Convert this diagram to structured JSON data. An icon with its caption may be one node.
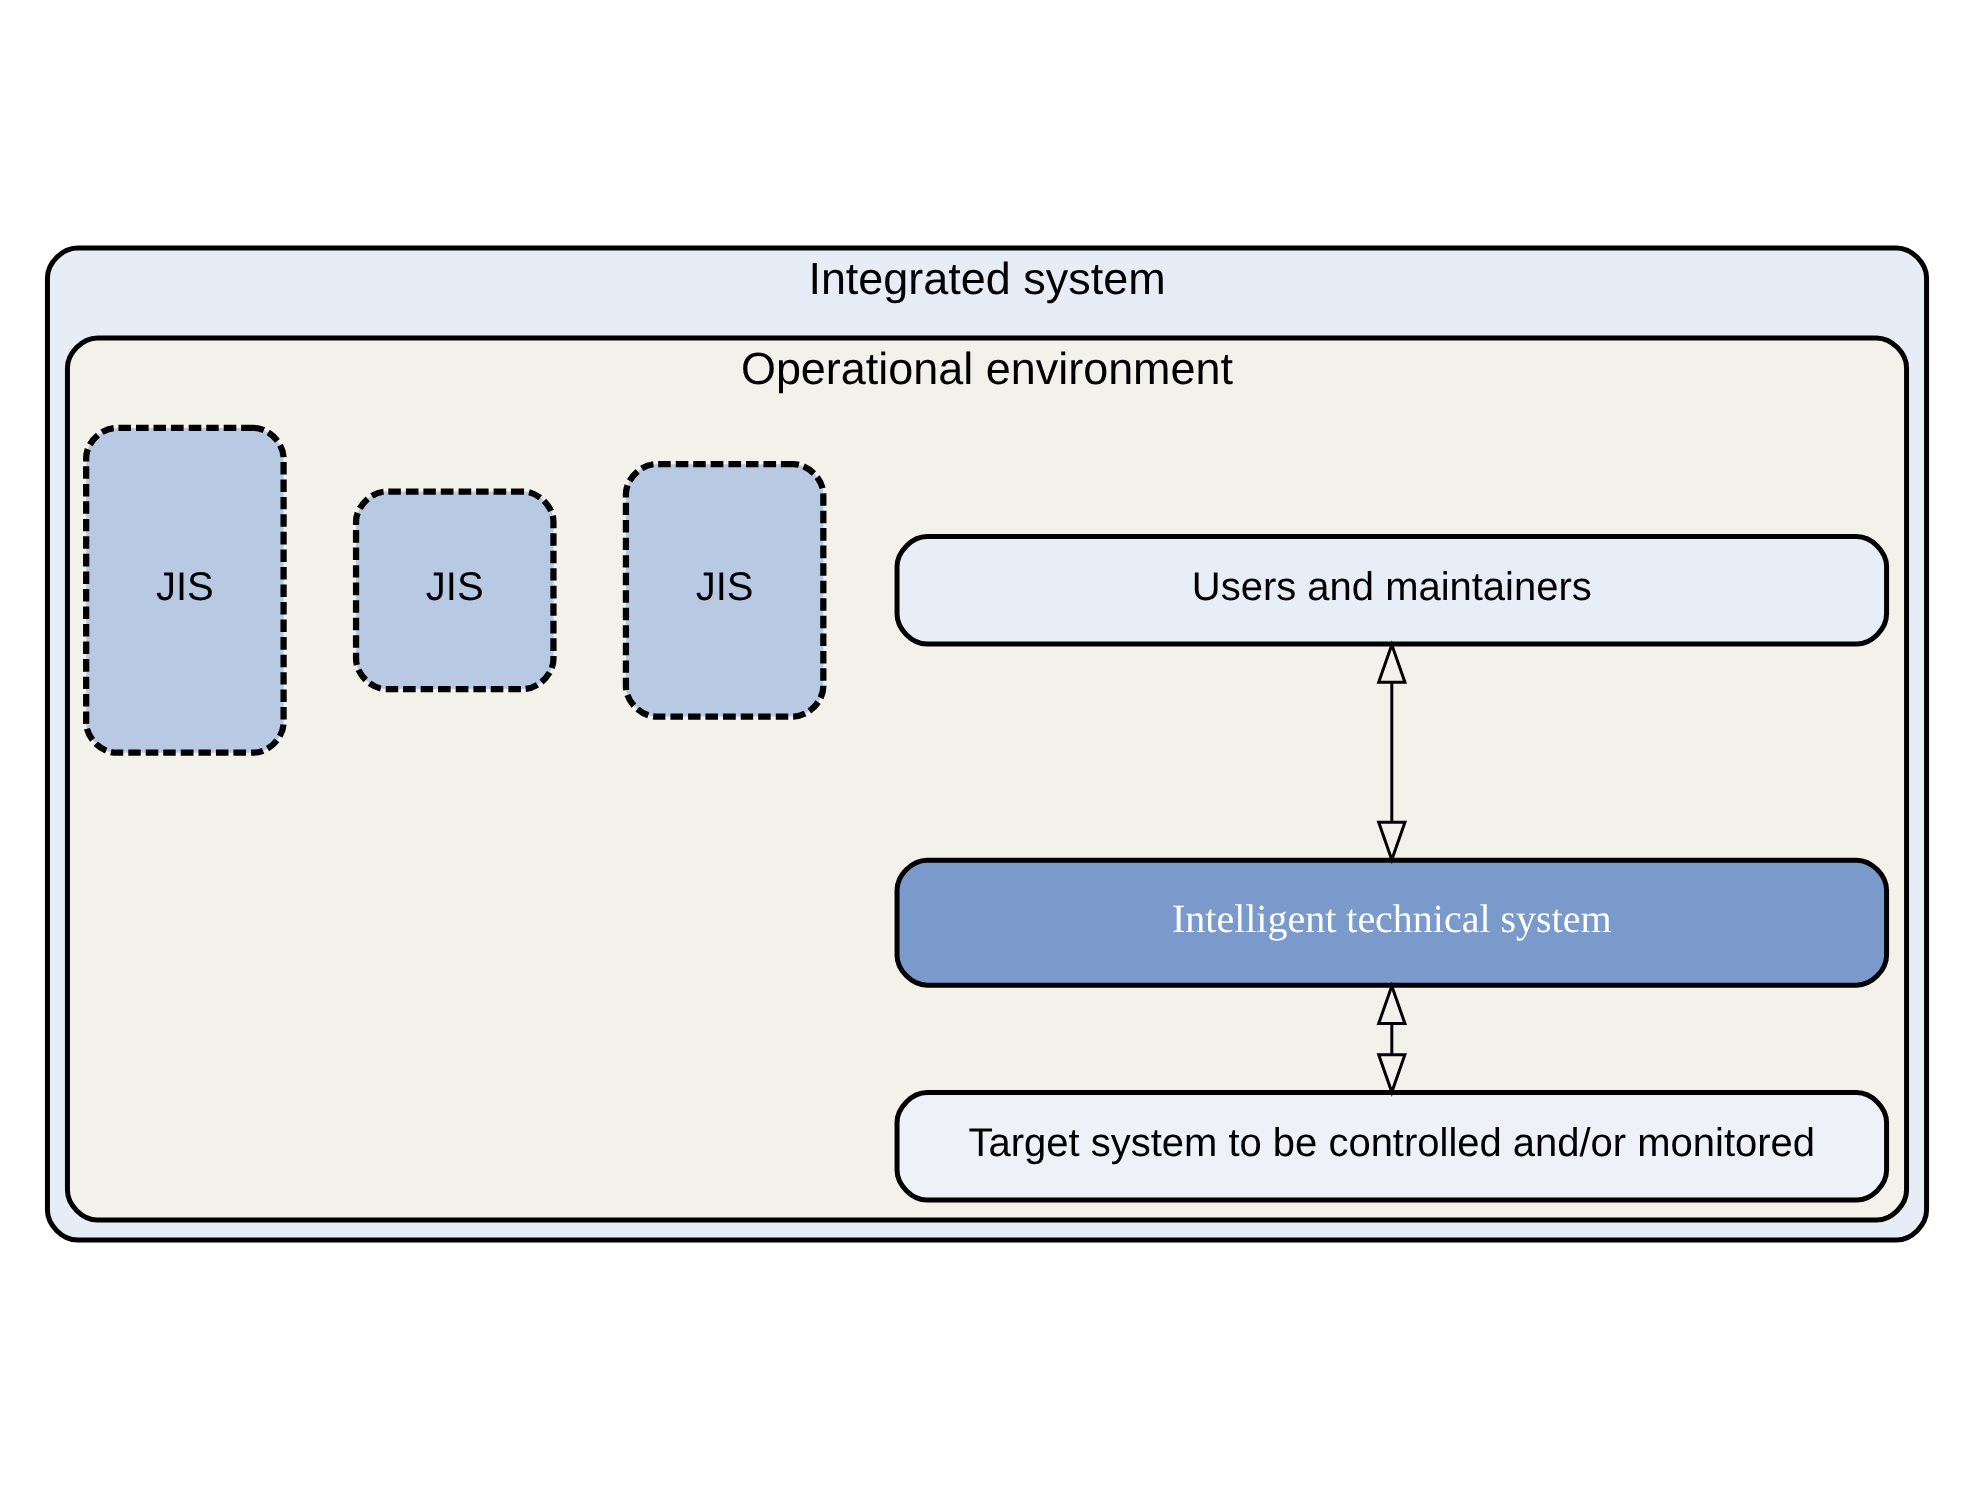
{
  "diagram": {
    "nodes": [
      {
        "text": [
          "Integrated system"
        ]
      },
      {
        "text": [
          "Operational environment"
        ],
        "in": 0
      },
      {
        "text": [
          "Users and maintainers"
        ],
        "in": 1
      },
      {
        "text": [
          "JIS"
        ],
        "in": 1
      },
      {
        "text": [
          "JIS"
        ],
        "in": 1
      },
      {
        "text": [
          "JIS"
        ],
        "in": 1
      },
      {
        "text": [
          "Intelligent technical system"
        ],
        "in": 1
      },
      {
        "text": [
          "Target system to be controlled and/or monitored"
        ],
        "in": 1
      }
    ],
    "edges": [
      {
        "from": 2,
        "to": 6,
        "arrow": "both"
      },
      {
        "from": 6,
        "to": 7,
        "arrow": "both"
      }
    ]
  }
}
